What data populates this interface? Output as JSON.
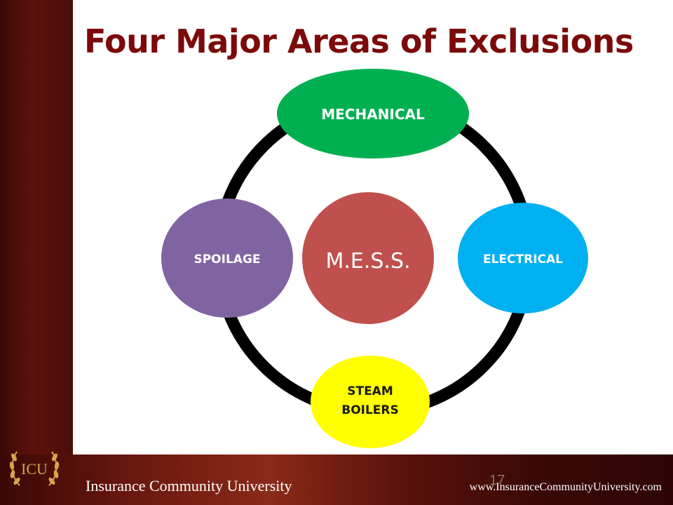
{
  "slide": {
    "title": "Four Major Areas of Exclusions",
    "page_number": "17"
  },
  "diagram": {
    "center": {
      "label": "M.E.S.S.",
      "color": "#c0504d"
    },
    "nodes": [
      {
        "id": "mechanical",
        "lines": [
          "MECHANICAL"
        ],
        "color": "#00b050",
        "text_color": "#ffffff"
      },
      {
        "id": "electrical",
        "lines": [
          "ELECTRICAL"
        ],
        "color": "#00b0f0",
        "text_color": "#ffffff"
      },
      {
        "id": "steam-boilers",
        "lines": [
          "STEAM",
          "BOILERS"
        ],
        "color": "#ffff00",
        "text_color": "#1a1a1a"
      },
      {
        "id": "spoilage",
        "lines": [
          "SPOILAGE"
        ],
        "color": "#8064a2",
        "text_color": "#ffffff"
      }
    ]
  },
  "footer": {
    "organization": "Insurance Community University",
    "website": "www.InsuranceCommunityUniversity.com",
    "logo_text": "ICU"
  },
  "colors": {
    "title": "#7c0a0a",
    "ring": "#000000",
    "brand_dark": "#5e130d",
    "logo_gold": "#d4a64a"
  }
}
